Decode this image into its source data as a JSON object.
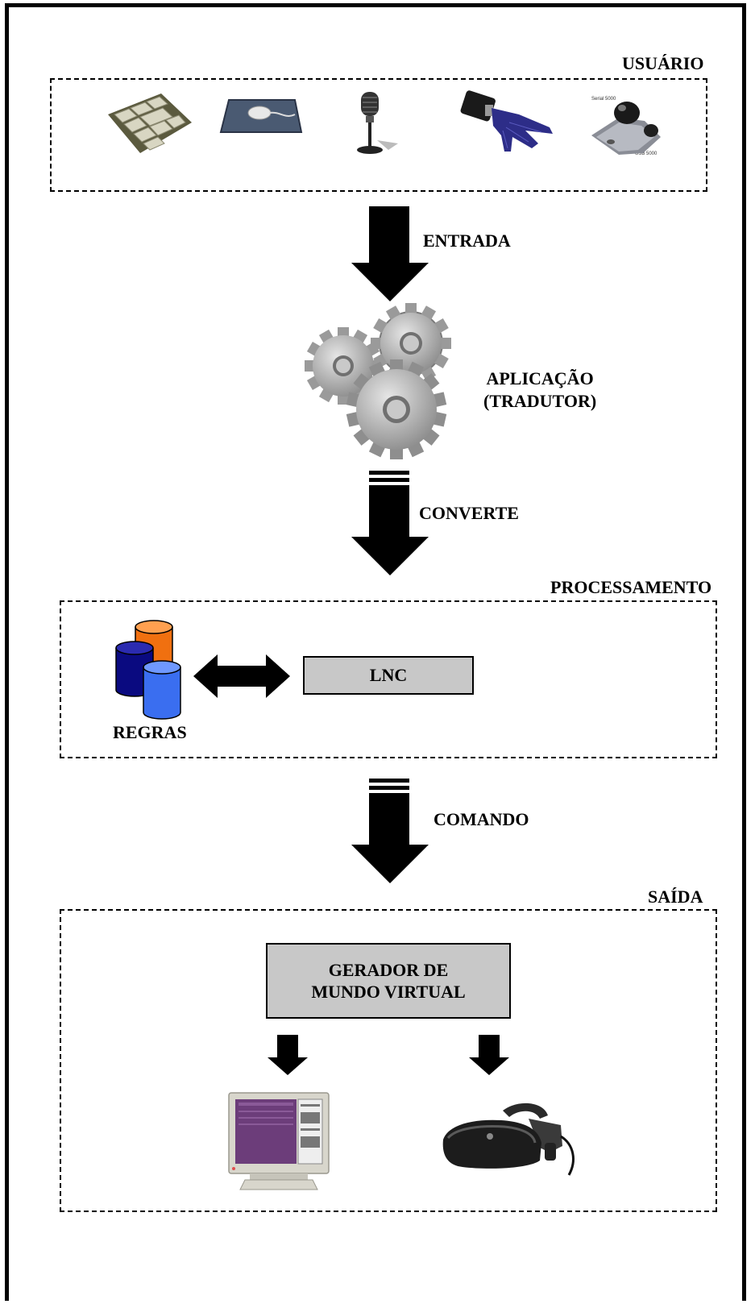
{
  "user_section": {
    "title": "USUÁRIO",
    "devices": [
      "keyboard-icon",
      "mouse-icon",
      "microphone-icon",
      "data-glove-icon",
      "3d-mouse-icon"
    ],
    "spacemouse_labels": [
      "Serial 5000",
      "USB 5000"
    ]
  },
  "arrows": {
    "input": "ENTRADA",
    "convert": "CONVERTE",
    "command": "COMANDO"
  },
  "application": {
    "line1": "APLICAÇÃO",
    "line2": "(TRADUTOR)"
  },
  "processing": {
    "title": "PROCESSAMENTO",
    "rules_label": "REGRAS",
    "engine_label": "LNC"
  },
  "output": {
    "title": "SAÍDA",
    "generator_line1": "GERADOR DE",
    "generator_line2": "MUNDO VIRTUAL",
    "devices": [
      "monitor-icon",
      "vr-headset-icon"
    ]
  },
  "colors": {
    "box_fill": "#c8c8c8",
    "db_orange": "#f07010",
    "db_navy": "#0a0a80",
    "db_blue": "#3a6ef0"
  }
}
